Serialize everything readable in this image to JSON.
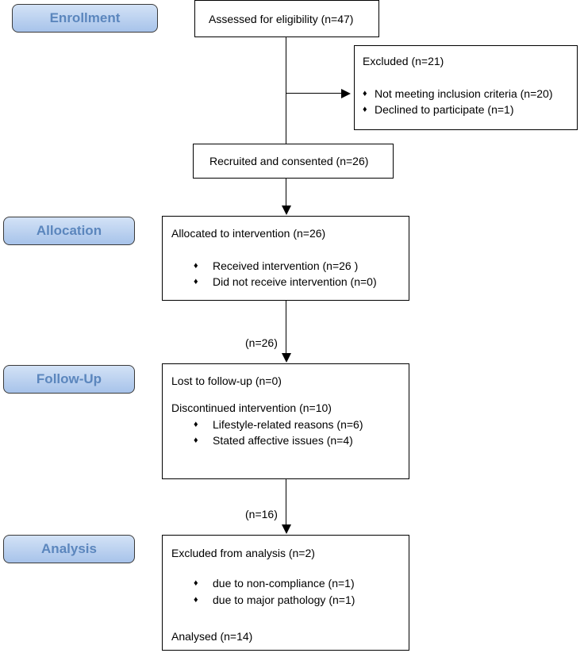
{
  "stages": {
    "enrollment": "Enrollment",
    "allocation": "Allocation",
    "follow_up": "Follow-Up",
    "analysis": "Analysis"
  },
  "assessed": "Assessed for eligibility (n=47)",
  "excluded": {
    "title": "Excluded  (n=21)",
    "items": [
      "Not meeting inclusion criteria (n=20)",
      "Declined to participate (n=1)"
    ]
  },
  "recruited": "Recruited and consented (n=26)",
  "allocated": {
    "title": "Allocated to intervention (n=26)",
    "items": [
      "Received intervention (n=26 )",
      "Did not receive intervention (n=0)"
    ]
  },
  "flow_label_1": "(n=26)",
  "followup": {
    "lost": "Lost to follow-up (n=0)",
    "discontinued": "Discontinued intervention  (n=10)",
    "items": [
      "Lifestyle-related reasons (n=6)",
      "Stated affective issues (n=4)"
    ]
  },
  "flow_label_2": "(n=16)",
  "analysis": {
    "excluded": "Excluded from analysis  (n=2)",
    "items": [
      "due to non-compliance (n=1)",
      "due to major pathology (n=1)"
    ],
    "analysed": "Analysed   (n=14)"
  },
  "bullet": "♦"
}
